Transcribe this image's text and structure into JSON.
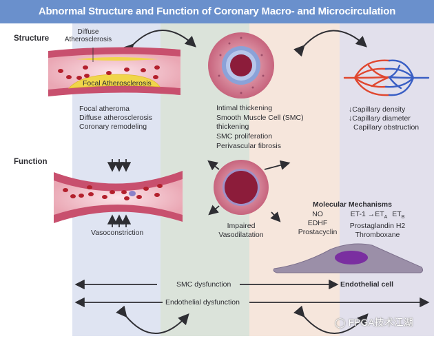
{
  "title": "Abnormal Structure and Function of Coronary Macro- and Microcirculation",
  "colors": {
    "title_bar": "#6a90cc",
    "band_macro": "#dfe4f2",
    "band_smc": "#dbe3da",
    "band_arteriole": "#f6e6dc",
    "band_capillary": "#e2e0ec",
    "vessel_wall": "#c8506e",
    "plaque": "#f0d64a",
    "red_cell": "#b3202c",
    "arterial_red": "#e0472f",
    "venous_blue": "#3a5fc4",
    "endothelial_cell": "#9b8fa8",
    "nucleus": "#7a2fa0"
  },
  "rows": {
    "structure": "Structure",
    "function": "Function"
  },
  "structure": {
    "macro": {
      "label_diffuse": "Diffuse\nAtherosclerosis",
      "label_focal": "Focal Atherosclerosis",
      "list": [
        "Focal atheroma",
        "Diffuse atherosclerosis",
        "Coronary remodeling"
      ]
    },
    "arteriole": {
      "list": [
        "Intimal thickening",
        "Smooth Muscle Cell (SMC)",
        "thickening",
        "SMC proliferation",
        "Perivascular fibrosis"
      ]
    },
    "capillary": {
      "list": [
        "↓Capillary density",
        "↓Capillary diameter",
        "Capillary obstruction"
      ]
    }
  },
  "function": {
    "macro": {
      "label": "Vasoconstriction"
    },
    "arteriole": {
      "label_line1": "Impaired",
      "label_line2": "Vasodilatation"
    },
    "molecular": {
      "title": "Molecular Mechanisms",
      "left": [
        "NO",
        "EDHF",
        "Prostacyclin"
      ],
      "right": [
        "ET-1 → ETₐ  ETᵦ",
        "Prostaglandin H2",
        "Thromboxane"
      ],
      "right_et1": "ET-1",
      "right_eta": "ET",
      "right_eta_sub": "A",
      "right_etb": "ET",
      "right_etb_sub": "B"
    }
  },
  "bottom": {
    "smc_dysfunction": "SMC dysfunction",
    "endothelial_cell": "Endothelial cell",
    "endothelial_dysfunction": "Endothelial dysfunction"
  },
  "watermark": "FPGA技术江湖"
}
